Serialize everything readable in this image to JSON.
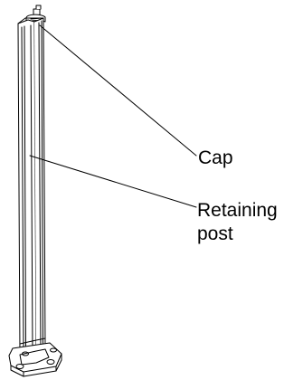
{
  "diagram": {
    "callouts": [
      {
        "id": "cap",
        "label": "Cap"
      },
      {
        "id": "retaining_post",
        "label": "Retaining\npost"
      }
    ],
    "colors": {
      "line": "#000000",
      "background": "#ffffff"
    }
  }
}
